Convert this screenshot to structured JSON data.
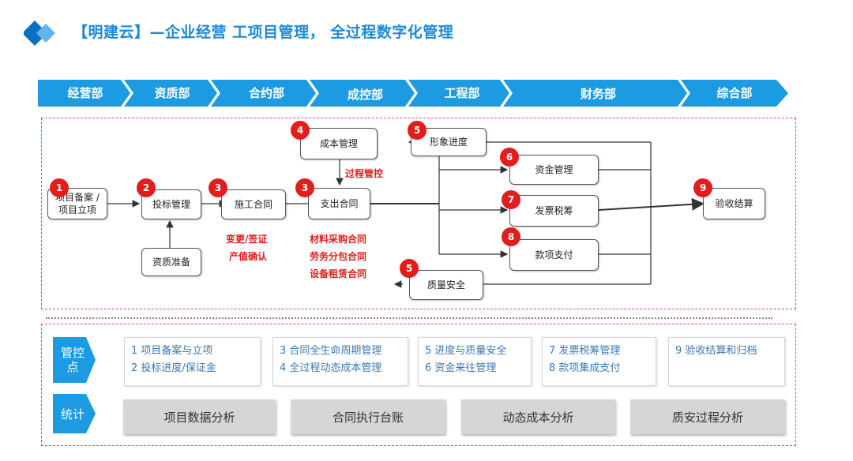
{
  "title": "【明建云】—企业经营 工项目管理， 全过程数字化管理",
  "phases": [
    "经营部",
    "资质部",
    "合约部",
    "成控部",
    "工程部",
    "财务部",
    "综合部"
  ],
  "flow": {
    "n1": {
      "num": "1",
      "label": "项目备案 /\n项目立项"
    },
    "n2": {
      "num": "2",
      "label": "投标管理"
    },
    "n3a": {
      "num": "3",
      "label": "施工合同"
    },
    "n3b": {
      "num": "3",
      "label": "支出合同"
    },
    "n4": {
      "num": "4",
      "label": "成本管理"
    },
    "n5a": {
      "num": "5",
      "label": "形象进度"
    },
    "n5b": {
      "num": "5",
      "label": "质量安全"
    },
    "n6": {
      "num": "6",
      "label": "资金管理"
    },
    "n7": {
      "num": "7",
      "label": "发票税筹"
    },
    "n8": {
      "num": "8",
      "label": "款项支付"
    },
    "n9": {
      "num": "9",
      "label": "验收结算"
    },
    "qual": {
      "label": "资质准备"
    },
    "process_control": "过程管控",
    "change_notes": [
      "变更/签证",
      "产值确认"
    ],
    "contract_notes": [
      "材料采购合同",
      "劳务分包合同",
      "设备租赁合同"
    ]
  },
  "control": {
    "tag": "管控\n点",
    "groups": [
      [
        "1 项目备案与立项",
        "2 投标进度/保证金"
      ],
      [
        "3 合同全生命周期管理",
        "4 全过程动态成本管理"
      ],
      [
        "5 进度与质量安全",
        "6 资金来往管理"
      ],
      [
        "7 发票税筹管理",
        "8 款项集成支付"
      ],
      [
        "9 验收结算和归档"
      ]
    ]
  },
  "stats": {
    "tag": "统计",
    "buttons": [
      "项目数据分析",
      "合同执行台账",
      "动态成本分析",
      "质安过程分析"
    ]
  },
  "colors": {
    "accent": "#1c8ad8",
    "badge": "#e31c1c",
    "frame": "#e05050"
  }
}
